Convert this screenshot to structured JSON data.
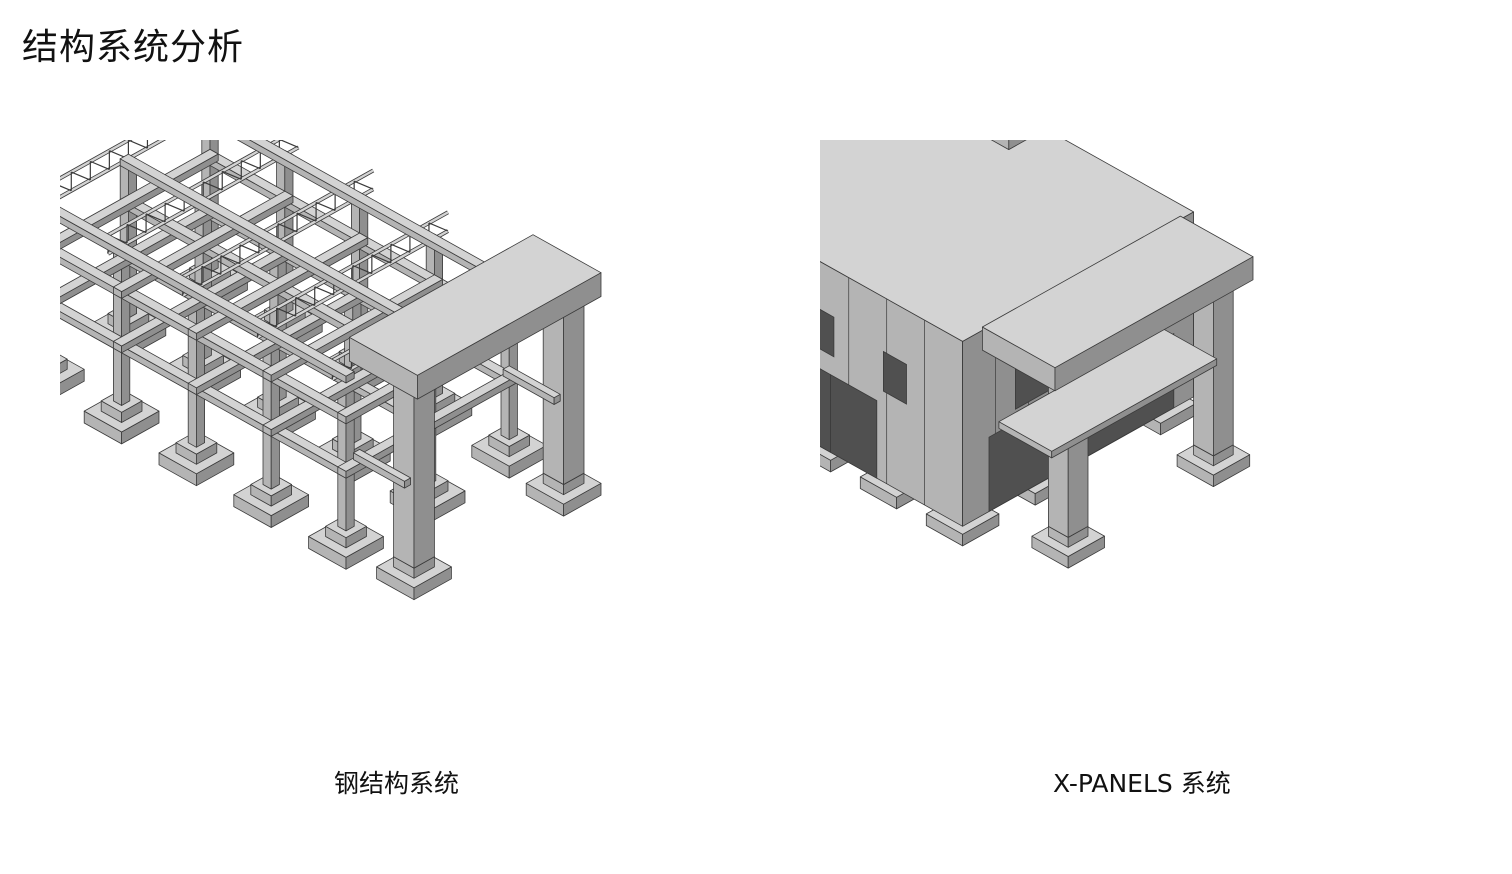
{
  "page": {
    "title": "结构系统分析"
  },
  "figures": [
    {
      "caption": "钢结构系统"
    },
    {
      "caption": "X-PANELS 系统"
    }
  ],
  "colors": {
    "top": "#d3d3d3",
    "left": "#b4b4b4",
    "right": "#8f8f8f",
    "dark": "#505050",
    "line": "#3a3a3a"
  }
}
